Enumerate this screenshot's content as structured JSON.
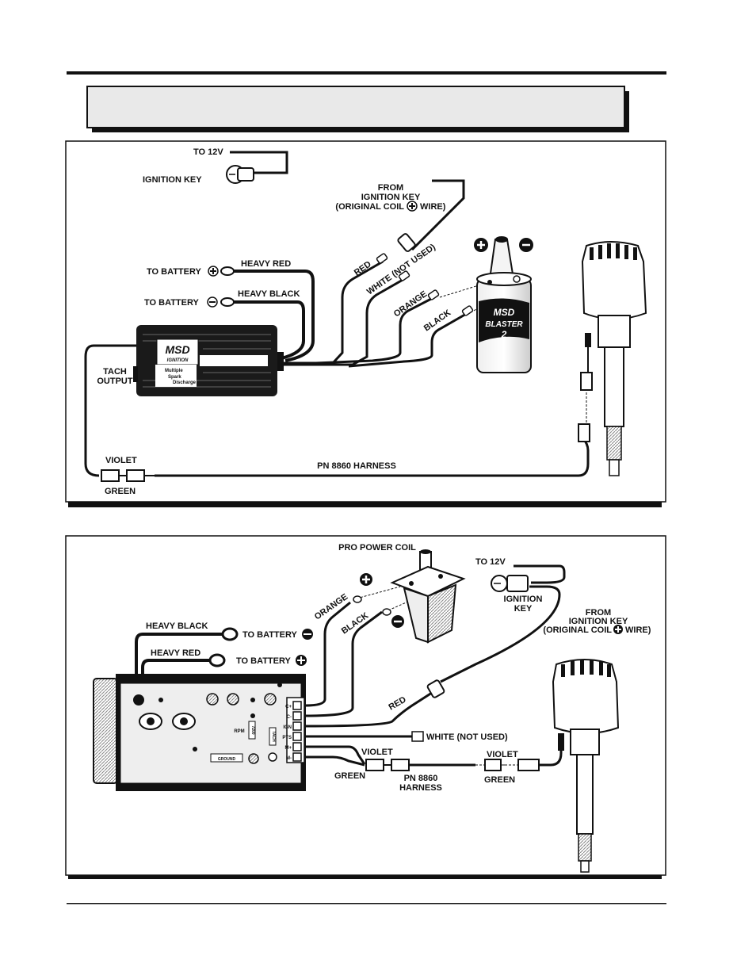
{
  "page": {
    "header_box_text": ""
  },
  "diagram1": {
    "to_12v": "TO 12V",
    "ignition_key": "IGNITION KEY",
    "from_key_1": "FROM",
    "from_key_2": "IGNITION KEY",
    "from_key_3a": "(ORIGINAL COIL",
    "from_key_3b": "WIRE)",
    "to_battery_pos": "TO BATTERY",
    "to_battery_neg": "TO BATTERY",
    "heavy_red": "HEAVY RED",
    "heavy_black": "HEAVY BLACK",
    "red": "RED",
    "white_not_used": "WHITE (NOT USED)",
    "orange": "ORANGE",
    "black": "BLACK",
    "tach_1": "TACH",
    "tach_2": "OUTPUT",
    "violet": "VIOLET",
    "green": "GREEN",
    "harness": "PN 8860 HARNESS",
    "box_logo_1": "MSD",
    "box_logo_2": "IGNITION",
    "box_desc_1": "Multiple",
    "box_desc_2": "Spark",
    "box_desc_3": "Discharge",
    "coil_brand": "MSD",
    "coil_model": "BLASTER",
    "coil_num": "2"
  },
  "diagram2": {
    "pro_power_coil": "PRO POWER COIL",
    "to_12v": "TO 12V",
    "ignition_1": "IGNITION",
    "ignition_2": "KEY",
    "from_1": "FROM",
    "from_2": "IGNITION KEY",
    "from_3a": "(ORIGINAL COIL",
    "from_3b": "WIRE)",
    "heavy_black": "HEAVY BLACK",
    "heavy_red": "HEAVY RED",
    "to_battery_neg": "TO BATTERY",
    "to_battery_pos": "TO BATTERY",
    "orange": "ORANGE",
    "black": "BLACK",
    "red": "RED",
    "white_not_used": "WHITE (NOT USED)",
    "violet_left": "VIOLET",
    "green_left": "GREEN",
    "harness_1": "PN 8860",
    "harness_2": "HARNESS",
    "violet_right": "VIOLET",
    "green_right": "GREEN",
    "terminals": [
      "C+",
      "C-",
      "IGN",
      "PTS",
      "M+",
      "M-"
    ],
    "rpm": "RPM",
    "rpm_val": "7200",
    "tach": "TACH",
    "ground": "GROUND"
  }
}
